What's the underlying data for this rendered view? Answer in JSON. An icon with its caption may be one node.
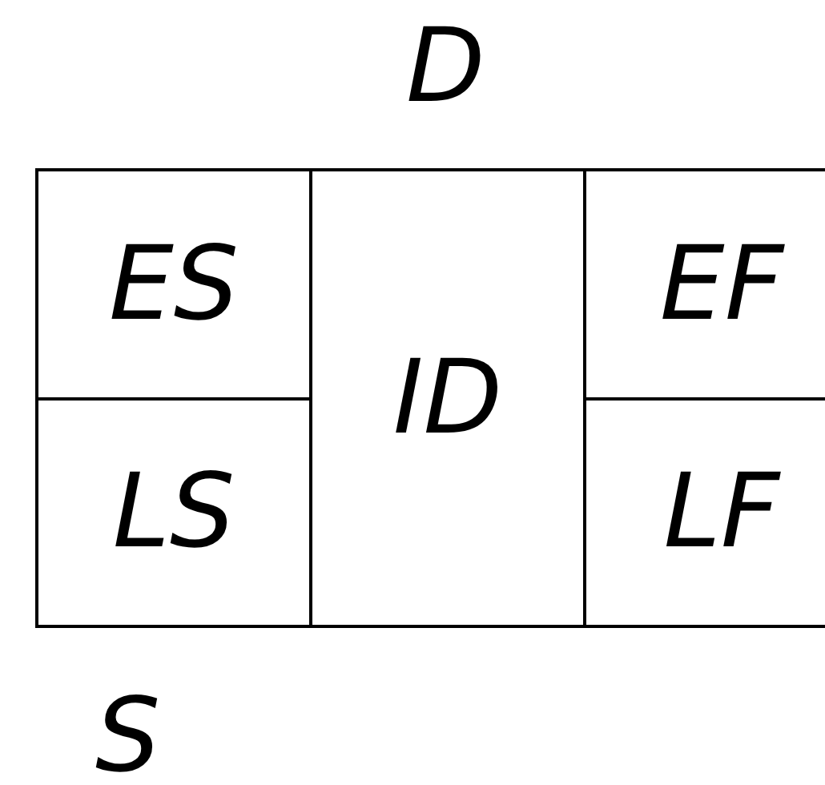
{
  "diagram": {
    "nodes": [
      {
        "text": [
          "ES"
        ]
      },
      {
        "text": [
          "ID"
        ]
      },
      {
        "text": [
          "EF"
        ]
      },
      {
        "text": [
          "LS"
        ]
      },
      {
        "text": [
          "LF"
        ]
      }
    ],
    "labels": [
      "D",
      "S"
    ]
  }
}
